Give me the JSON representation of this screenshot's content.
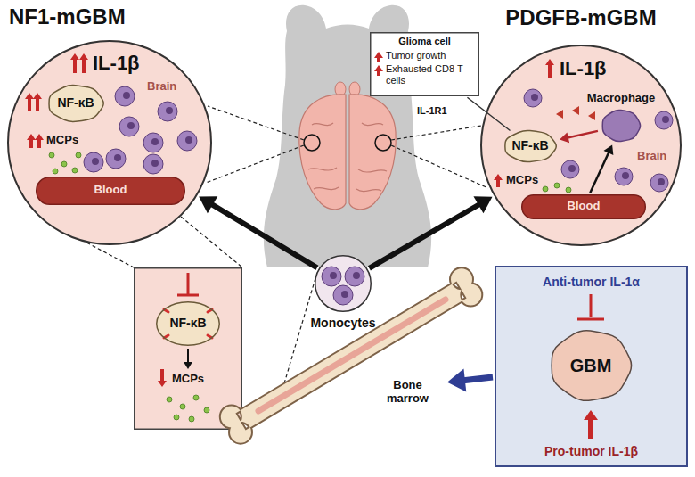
{
  "diagram": {
    "nodes": [
      {
        "text": [
          "NF1-mGBM",
          "IL-1β",
          "Brain"
        ]
      },
      {
        "text": [
          "NF-κB"
        ],
        "in": 0
      },
      {
        "text": [
          "Blood"
        ],
        "in": 0
      },
      {
        "text": [
          "PDGFB-mGBM",
          "IL-1β",
          "Brain"
        ]
      },
      {
        "text": [
          "NF-κB"
        ],
        "in": 3
      },
      {
        "text": [
          "Macrophage"
        ],
        "in": 3
      },
      {
        "text": [
          "Blood"
        ],
        "in": 3
      },
      {
        "text": [
          "Glioma cell",
          "Tumor growth",
          "Exhausted CD8 T cells"
        ]
      },
      {
        "text": [
          "MCPs"
        ]
      },
      {
        "text": [
          "NF-κB"
        ],
        "in": 8
      },
      {
        "text": [
          "Monocytes"
        ]
      },
      {
        "text": [
          "Bone marrow"
        ]
      },
      {
        "text": [
          "Anti-tumor IL-1α",
          "Pro-tumor IL-1β"
        ]
      },
      {
        "text": [
          "GBM"
        ],
        "in": 12
      }
    ],
    "edges": [
      {
        "from": 10,
        "to": 0,
        "arrow": "to"
      },
      {
        "from": 10,
        "to": 3,
        "arrow": "to"
      },
      {
        "from": 12,
        "to": 11,
        "arrow": "to"
      },
      {
        "from": 6,
        "to": 5,
        "arrow": "to"
      },
      {
        "from": 5,
        "to": 4,
        "arrow": "to"
      },
      {
        "from": 7,
        "to": 4,
        "arrow": "none"
      }
    ],
    "labels": [
      "MCPs",
      "IL-1R1",
      "MCPs"
    ]
  }
}
